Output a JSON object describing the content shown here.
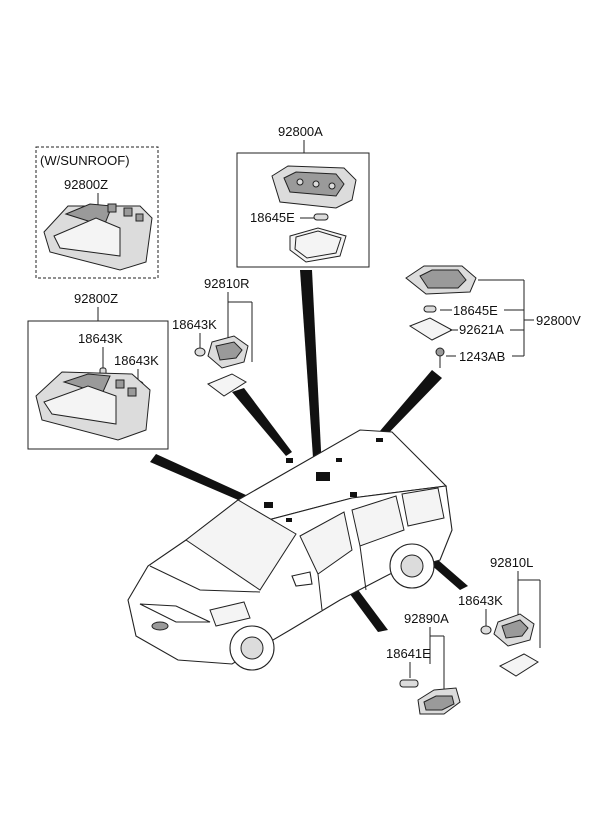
{
  "labels": {
    "sunroof_note": "(W/SUNROOF)",
    "sunroof_lamp": "92800Z",
    "overhead_lamp": "92800Z",
    "bulb_k_left": "18643K",
    "bulb_k_right": "18643K",
    "room_lamp_a": "92800A",
    "bulb_e_a": "18645E",
    "vanity_r": "92810R",
    "bulb_k_r": "18643K",
    "cargo_lamp_v": "92800V",
    "bulb_e_v": "18645E",
    "lens_v": "92621A",
    "screw_v": "1243AB",
    "vanity_l": "92810L",
    "bulb_k_l": "18643K",
    "door_lamp": "92890A",
    "bulb_door": "18641E"
  }
}
